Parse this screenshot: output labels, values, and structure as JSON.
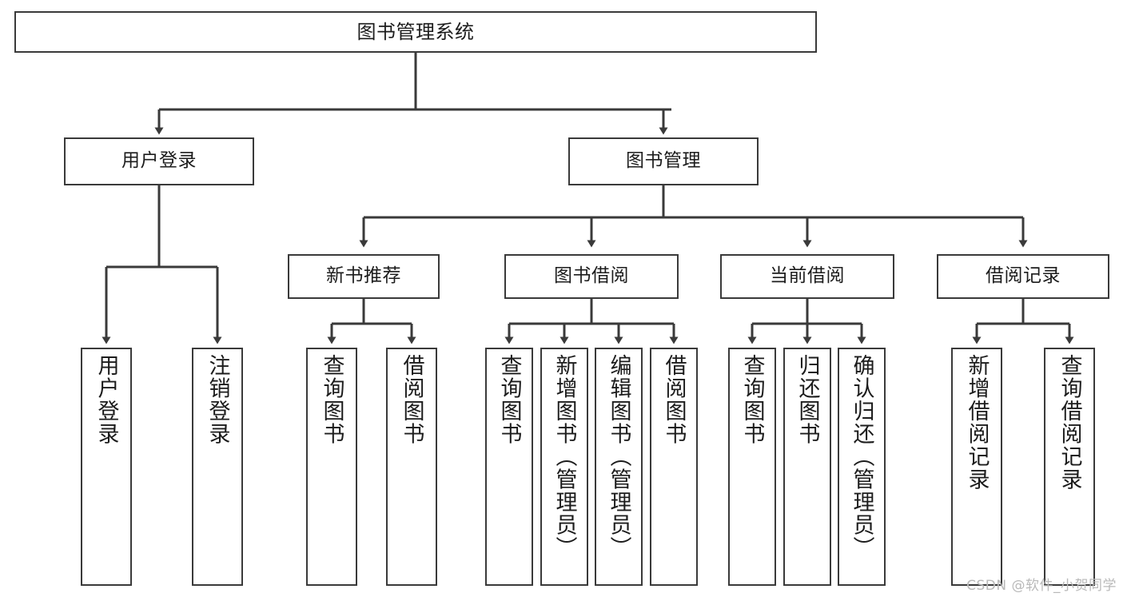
{
  "diagram": {
    "type": "tree-hierarchy-chart",
    "title": "图书管理系统",
    "colors": {
      "stroke": "#3a3a3a",
      "fill": "#ffffff",
      "text": "#1c1c1c",
      "watermark": "#b9b9b9"
    },
    "root": {
      "label": "图书管理系统"
    },
    "level2": [
      {
        "id": "user-login",
        "label": "用户登录"
      },
      {
        "id": "book-management",
        "label": "图书管理"
      }
    ],
    "level3": [
      {
        "id": "new-book-recommend",
        "label": "新书推荐",
        "parent": "book-management"
      },
      {
        "id": "book-borrow",
        "label": "图书借阅",
        "parent": "book-management"
      },
      {
        "id": "current-borrow",
        "label": "当前借阅",
        "parent": "book-management"
      },
      {
        "id": "borrow-record",
        "label": "借阅记录",
        "parent": "book-management"
      }
    ],
    "leaves": [
      {
        "id": "leaf-user-login",
        "label": "用户登录",
        "parent": "user-login"
      },
      {
        "id": "leaf-logout-login",
        "label": "注销登录",
        "parent": "user-login"
      },
      {
        "id": "leaf-query-book-1",
        "label": "查询图书",
        "parent": "new-book-recommend"
      },
      {
        "id": "leaf-borrow-book-1",
        "label": "借阅图书",
        "parent": "new-book-recommend"
      },
      {
        "id": "leaf-query-book-2",
        "label": "查询图书",
        "parent": "book-borrow"
      },
      {
        "id": "leaf-add-book",
        "label": "新增图书（管理员）",
        "parent": "book-borrow"
      },
      {
        "id": "leaf-edit-book",
        "label": "编辑图书（管理员）",
        "parent": "book-borrow"
      },
      {
        "id": "leaf-borrow-book-2",
        "label": "借阅图书",
        "parent": "book-borrow"
      },
      {
        "id": "leaf-query-book-3",
        "label": "查询图书",
        "parent": "current-borrow"
      },
      {
        "id": "leaf-return-book",
        "label": "归还图书",
        "parent": "current-borrow"
      },
      {
        "id": "leaf-confirm-return",
        "label": "确认归还（管理员）",
        "parent": "current-borrow"
      },
      {
        "id": "leaf-add-record",
        "label": "新增借阅记录",
        "parent": "borrow-record"
      },
      {
        "id": "leaf-query-record",
        "label": "查询借阅记录",
        "parent": "borrow-record"
      }
    ],
    "watermark": "CSDN @软件_小贺同学"
  }
}
